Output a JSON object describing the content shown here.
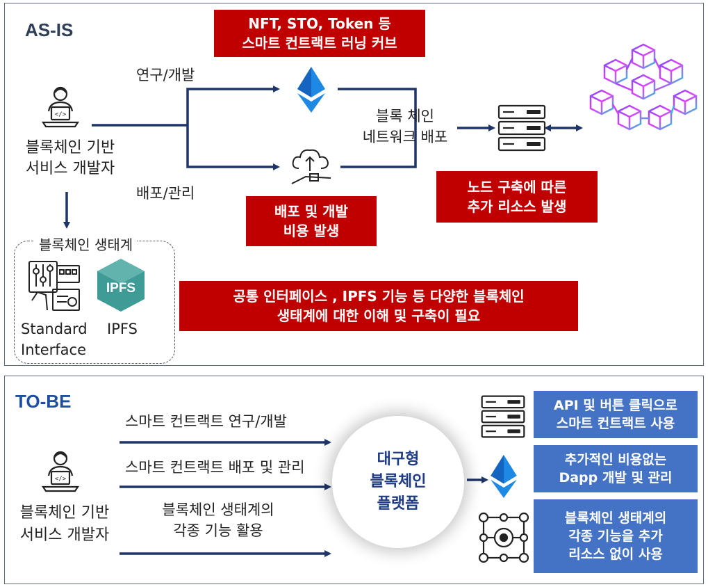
{
  "asis": {
    "title": "AS-IS",
    "developer_label": [
      "블록체인 기반",
      "서비스 개발자"
    ],
    "rnd_label": "연구/개발",
    "deploy_label": "배포/관리",
    "network_label": [
      "블록 체인",
      "네트워크 배포"
    ],
    "learning_curve_box": [
      "NFT, STO, Token 등",
      "스마트 컨트랙트 러닝 커브"
    ],
    "cost_box": [
      "배포 및 개발",
      "비용 발생"
    ],
    "node_box": [
      "노드 구축에 따른",
      "추가 리소스 발생"
    ],
    "ecosystem_title": "블록체인 생태계",
    "standard_interface_label": [
      "Standard",
      "Interface"
    ],
    "ipfs_label": "IPFS",
    "ipfs_badge_text": "IPFS",
    "ecosystem_box": [
      "공통 인터페이스 , IPFS 기능 등 다양한 블록체인",
      "생태계에 대한 이해 및 구축이 필요"
    ]
  },
  "tobe": {
    "title": "TO-BE",
    "developer_label": [
      "블록체인 기반",
      "서비스 개발자"
    ],
    "arrow_labels": [
      "스마트 컨트랙트 연구/개발",
      "스마트 컨트랙트 배포 및 관리"
    ],
    "ecosystem_label": [
      "블록체인 생태계의",
      "각종 기능 활용"
    ],
    "platform_label": [
      "대구형",
      "블록체인",
      "플랫폼"
    ],
    "benefits": [
      [
        "API 및 버튼 클릭으로",
        "스마트 컨트랙트 사용"
      ],
      [
        "추가적인 비용없는",
        "Dapp 개발 및 관리"
      ],
      [
        "블록체인 생태계의",
        "각종 기능을 추가",
        "리소스 없이 사용"
      ]
    ]
  },
  "colors": {
    "red_box": "#c00000",
    "blue_box": "#4472c4",
    "connector": "#1f3468",
    "ethereum": "#1e88e5",
    "ipfs_teal": "#3e9b96",
    "network_cubes": [
      "#7c4dff",
      "#e040fb",
      "#26c6da"
    ]
  },
  "icons": [
    "developer-laptop-icon",
    "ethereum-icon",
    "cloud-deploy-icon",
    "server-icon",
    "blockchain-network-icon",
    "standard-interface-icon",
    "ipfs-icon",
    "network-nodes-icon"
  ]
}
